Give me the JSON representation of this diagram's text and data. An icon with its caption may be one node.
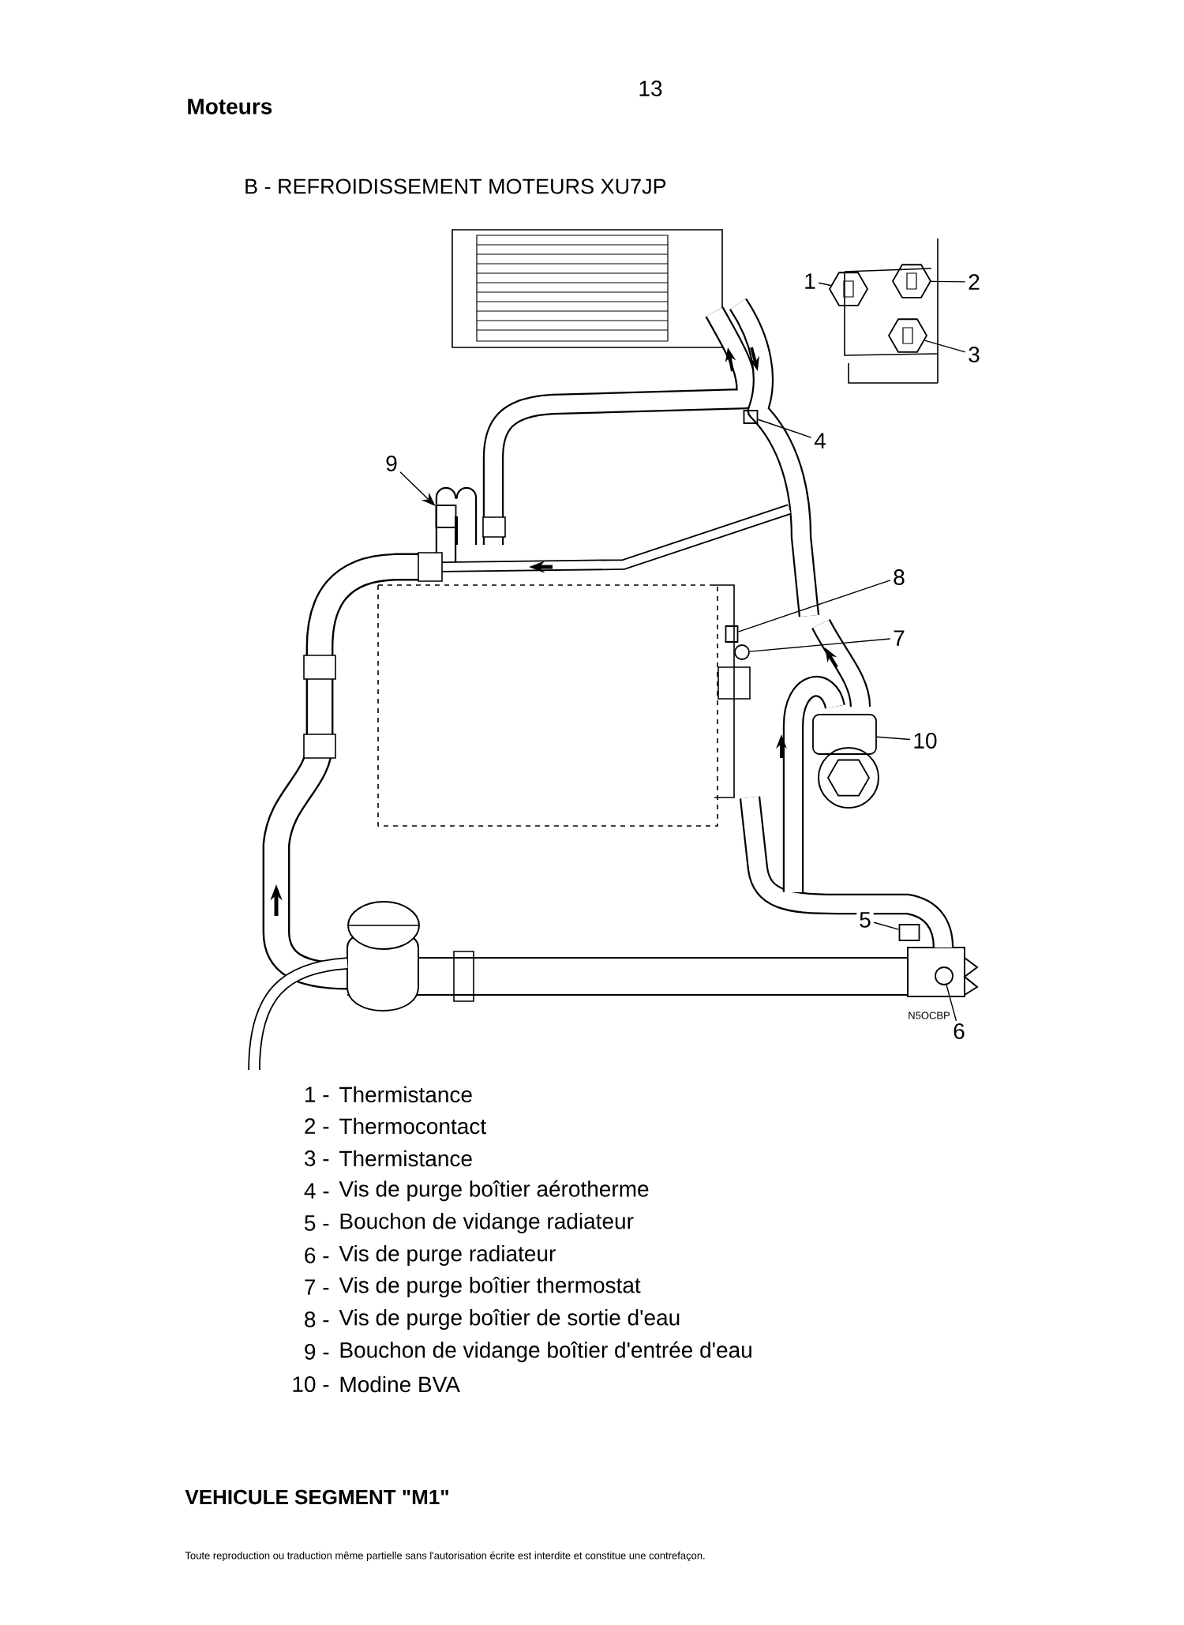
{
  "diagram": {
    "title": "B - REFROIDISSEMENT MOTEURS XU7JP",
    "nodes": [
      {
        "text": [
          "1"
        ]
      },
      {
        "text": [
          "2"
        ]
      },
      {
        "text": [
          "3"
        ]
      },
      {
        "text": [
          "4"
        ]
      },
      {
        "text": [
          "9"
        ]
      },
      {
        "text": [
          "8"
        ]
      },
      {
        "text": [
          "7"
        ]
      },
      {
        "text": [
          "10"
        ]
      },
      {
        "text": [
          "5"
        ]
      },
      {
        "text": [
          "6"
        ]
      },
      {
        "text": [],
        "shape": "hexagon"
      },
      {
        "text": [],
        "shape": "hexagon"
      },
      {
        "text": [],
        "shape": "hexagon"
      },
      {
        "text": [],
        "shape": "box"
      },
      {
        "text": [],
        "shape": "box"
      },
      {
        "text": [],
        "shape": "box"
      },
      {
        "text": [],
        "shape": "circle"
      },
      {
        "text": [],
        "shape": "box"
      },
      {
        "text": [],
        "shape": "box"
      },
      {
        "text": [],
        "shape": "circle"
      }
    ],
    "edges": [
      {
        "from": 0,
        "to": 10,
        "arrow": "none"
      },
      {
        "from": 1,
        "to": 11,
        "arrow": "none"
      },
      {
        "from": 2,
        "to": 12,
        "arrow": "none"
      },
      {
        "from": 3,
        "to": 13,
        "arrow": "none"
      },
      {
        "from": 4,
        "to": 14,
        "arrow": "to"
      },
      {
        "from": 5,
        "to": 15,
        "arrow": "none"
      },
      {
        "from": 6,
        "to": 16,
        "arrow": "none"
      },
      {
        "from": 7,
        "to": 17,
        "arrow": "none"
      },
      {
        "from": 8,
        "to": 18,
        "arrow": "none"
      },
      {
        "from": 9,
        "to": 19,
        "arrow": "none"
      }
    ],
    "labels": [
      "13",
      "Moteurs",
      "N5OCBP",
      "1 -",
      "Thermistance",
      "2 -",
      "Thermocontact",
      "3 -",
      "Thermistance",
      "4 -",
      "Vis de purge boîtier aérotherme",
      "5 -",
      "Bouchon de vidange radiateur",
      "6 -",
      "Vis de purge radiateur",
      "7 -",
      "Vis de purge boîtier thermostat",
      "8 -",
      "Vis de purge boîtier de sortie d'eau",
      "9 -",
      "Bouchon de vidange boîtier d'entrée d'eau",
      "10 -",
      "Modine BVA",
      "VEHICULE SEGMENT \"M1\"",
      "Toute reproduction ou traduction même partielle sans l'autorisation écrite est interdite et constitue une contrefaçon."
    ]
  }
}
